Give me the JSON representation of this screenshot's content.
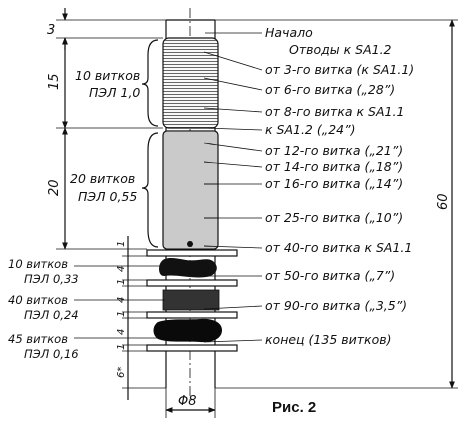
{
  "caption": "Рис. 2",
  "diameter": "Φ8",
  "overall_length": "60",
  "dims_left": {
    "top": "3",
    "section1": "15",
    "section2": "20",
    "gap1": "1",
    "s3": "4",
    "g2": "1",
    "s4": "4",
    "g3": "1",
    "s5": "4",
    "g4": "1",
    "tail": "6*"
  },
  "windings": [
    {
      "l1": "10 витков",
      "l2": "ПЭЛ 1,0"
    },
    {
      "l1": "20 витков",
      "l2": "ПЭЛ 0,55"
    },
    {
      "l1": "10 витков",
      "l2": "ПЭЛ 0,33"
    },
    {
      "l1": "40 витков",
      "l2": "ПЭЛ 0,24"
    },
    {
      "l1": "45 витков",
      "l2": "ПЭЛ 0,16"
    }
  ],
  "taps": [
    "Начало",
    "Отводы к SA1.2",
    "от 3-го витка (к SA1.1)",
    "от 6-го витка („28”)",
    "от 8-го витка к SA1.1",
    "к SA1.2 („24”)",
    "от 12-го витка („21”)",
    "от 14-го витка („18”)",
    "от 16-го витка („14”)",
    "от 25-го витка („10”)",
    "от 40-го витка к SA1.1",
    "от 50-го витка („7”)",
    "от 90-го витка („3,5”)",
    "конец (135 витков)"
  ]
}
